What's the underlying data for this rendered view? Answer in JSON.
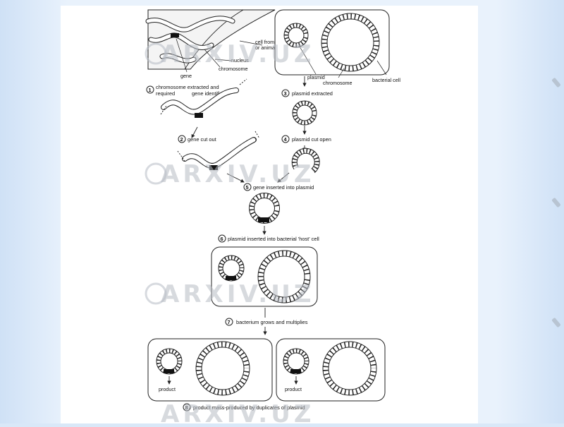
{
  "labels": {
    "cell_from": "cell from plant",
    "or_animal": "or animal",
    "nucleus": "nucleus",
    "chromosome": "chromosome",
    "gene": "gene",
    "plasmid": "plasmid",
    "chromosome2": "chromosome",
    "bacterial_cell": "bacterial cell",
    "product_left": "product",
    "product_right": "product"
  },
  "steps": [
    {
      "num": "1",
      "text": "chromosome extracted and",
      "text2": "required",
      "text3": "gene identified"
    },
    {
      "num": "2",
      "text": "gene cut out"
    },
    {
      "num": "3",
      "text": "plasmid extracted"
    },
    {
      "num": "4",
      "text": "plasmid cut open"
    },
    {
      "num": "5",
      "text": "gene inserted into plasmid"
    },
    {
      "num": "6",
      "text": "plasmid inserted into bacterial 'host' cell"
    },
    {
      "num": "7",
      "text": "bacterium grows and multiplies"
    },
    {
      "num": "8",
      "text": "product mass-produced by duplicates of plasmid"
    }
  ],
  "watermark": "ARXIV.UZ"
}
